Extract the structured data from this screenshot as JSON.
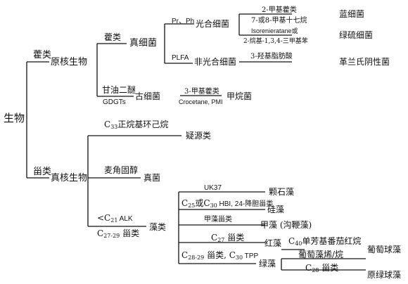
{
  "root": "生物",
  "prokaryote": {
    "marker": "藿类",
    "label": "原核生物",
    "bacteria": {
      "marker": "藿类",
      "label": "真细菌",
      "photo": {
        "marker": "Pr、Ph",
        "label": "光合细菌",
        "cyano": {
          "marker": "2-甲基藿类",
          "marker2": "7-或8-甲基十七烷",
          "label": "蓝细菌"
        },
        "green": {
          "marker": "Isorenieratane或",
          "marker2": "2-烷基-1,3,4-三甲基苯",
          "label": "绿硫细菌"
        }
      },
      "nonphoto": {
        "marker": "PLFA",
        "label": "非光合细菌",
        "gram": {
          "marker": "3-羟基脂肪酸",
          "label": "革兰氏阴性菌"
        }
      }
    },
    "archaea": {
      "marker": "甘油二醚",
      "marker2": "GDGTs",
      "label": "古细菌",
      "methano": {
        "marker": "3-甲基藿类",
        "marker2": "Crocetane, PMI",
        "label": "甲烷菌"
      }
    }
  },
  "eukaryote": {
    "marker": "甾类",
    "label": "真核生物",
    "acritarch": {
      "marker_pre": "C",
      "marker_sub": "33",
      "marker_post": "正烷基环己烷",
      "label": "疑源类"
    },
    "fungi": {
      "marker": "麦角固醇",
      "label": "真菌"
    },
    "algae": {
      "marker1_pre": "<C",
      "marker1_sub": "21",
      "marker1_post": " ALK",
      "marker2_pre": "C",
      "marker2_sub": "27-29",
      "marker2_post": " 甾类",
      "label": "藻类",
      "cocco": {
        "marker": "UK37",
        "label": "颗石藻"
      },
      "diatom": {
        "m_c1": "C",
        "m_s1": "25",
        "m_mid": "或C",
        "m_s2": "30",
        "m_lat": " HBI, 24-降胆甾类",
        "label": "硅藻"
      },
      "dino": {
        "marker": "甲藻甾类",
        "label": "甲藻 (沟鞭藻)"
      },
      "red": {
        "m_pre": "C",
        "m_sub": "27",
        "m_post": " 甾类",
        "label": "红藻",
        "marker2_pre": "C",
        "marker2_sub": "40",
        "marker2_post": "单芳基番茄红烷"
      },
      "green": {
        "m_pre": "C",
        "m_sub": "28-29",
        "m_mid": " 甾类, C",
        "m_sub2": "30",
        "m_post": " TPP",
        "label": "绿藻",
        "botryo": {
          "marker": "葡萄藻烯/烷",
          "label": "葡萄球藻"
        },
        "prasino": {
          "m_pre": "C",
          "m_sub": "28",
          "m_post": " 甾类",
          "label": "原绿球藻"
        }
      }
    }
  }
}
